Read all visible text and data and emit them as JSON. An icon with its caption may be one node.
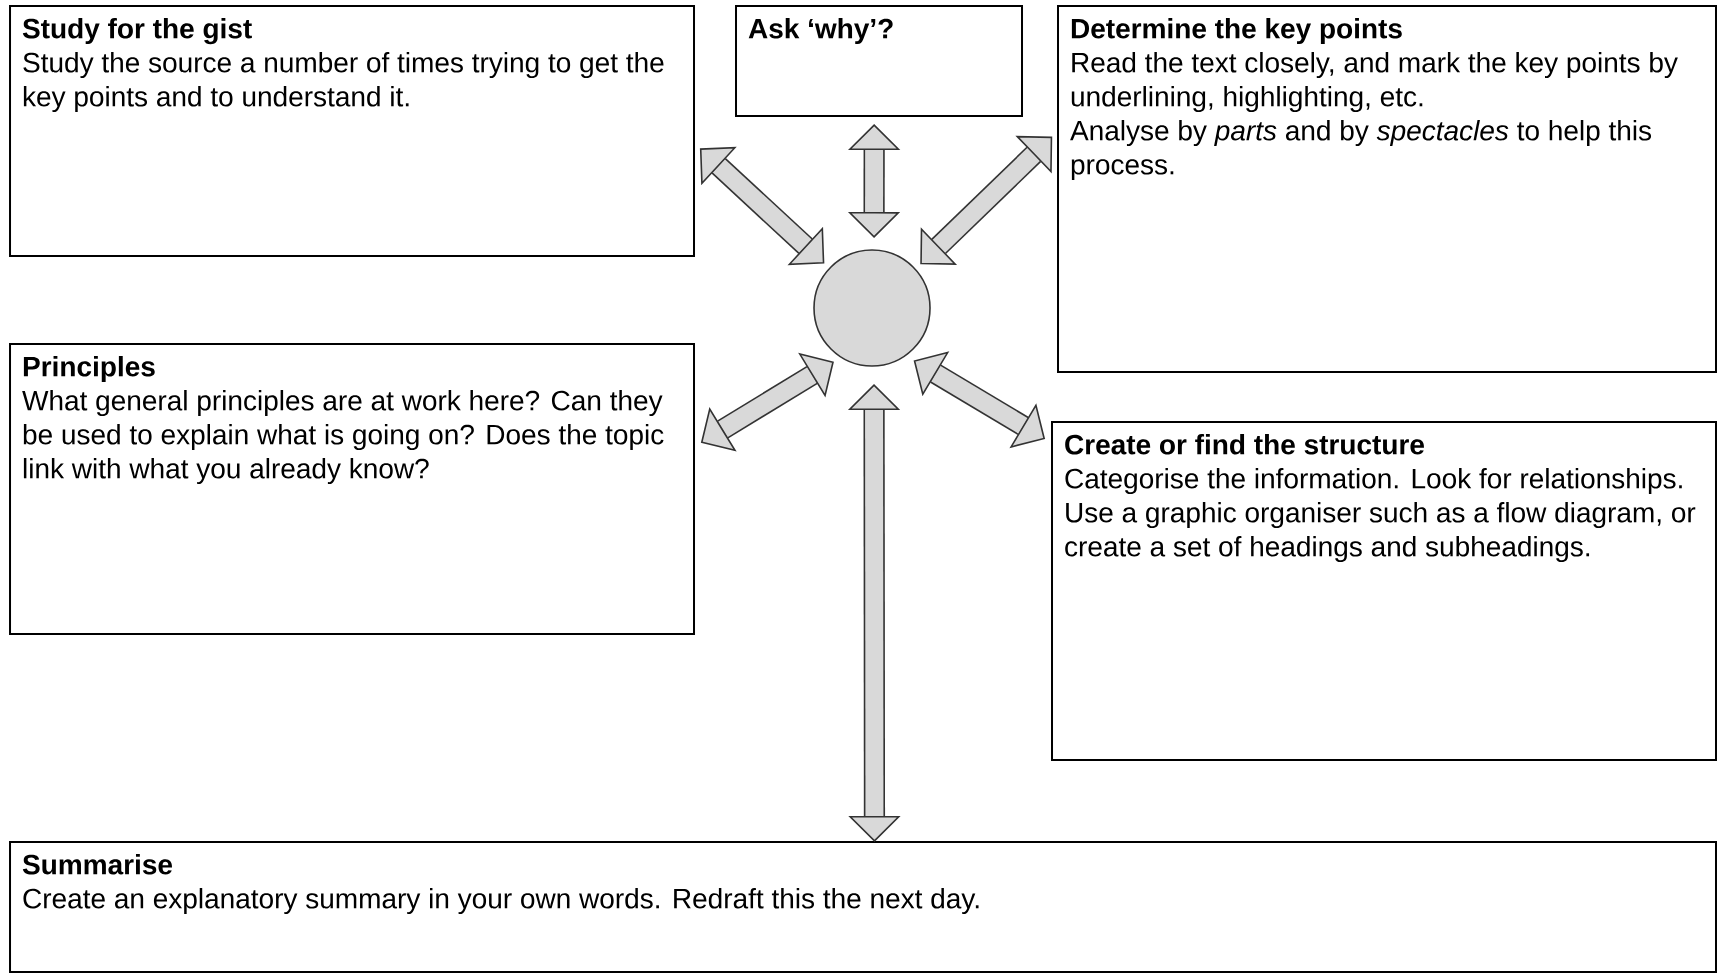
{
  "diagram": {
    "nodes": [
      {
        "text": [
          "Study for the gist",
          "Study the source a number of times trying to get the key points and to understand it."
        ]
      },
      {
        "text": [
          "Ask ‘why’?"
        ]
      },
      {
        "text": [
          "Determine the key points",
          "Read the text closely, and mark the key points by underlining, highlighting, etc.",
          "Analyse by *parts* and by *spectacles* to help this process."
        ]
      },
      {
        "text": [],
        "shape": "circle"
      },
      {
        "text": [
          "Principles",
          "What general principles are at work here? Can they be used to explain what is going on? Does the topic link with what you already know?"
        ]
      },
      {
        "text": [
          "Create or find the structure",
          "Categorise the information. Look for relationships. Use a graphic organiser such as a flow diagram, or create a set of headings and subheadings."
        ]
      },
      {
        "text": [
          "Summarise",
          "Create an explanatory summary in your own words. Redraft this the next day."
        ]
      }
    ],
    "edges": [
      {
        "from": 3,
        "to": 0,
        "arrow": "both"
      },
      {
        "from": 3,
        "to": 1,
        "arrow": "both"
      },
      {
        "from": 3,
        "to": 2,
        "arrow": "both"
      },
      {
        "from": 3,
        "to": 4,
        "arrow": "both"
      },
      {
        "from": 3,
        "to": 5,
        "arrow": "both"
      },
      {
        "from": 3,
        "to": 6,
        "arrow": "both"
      }
    ]
  }
}
